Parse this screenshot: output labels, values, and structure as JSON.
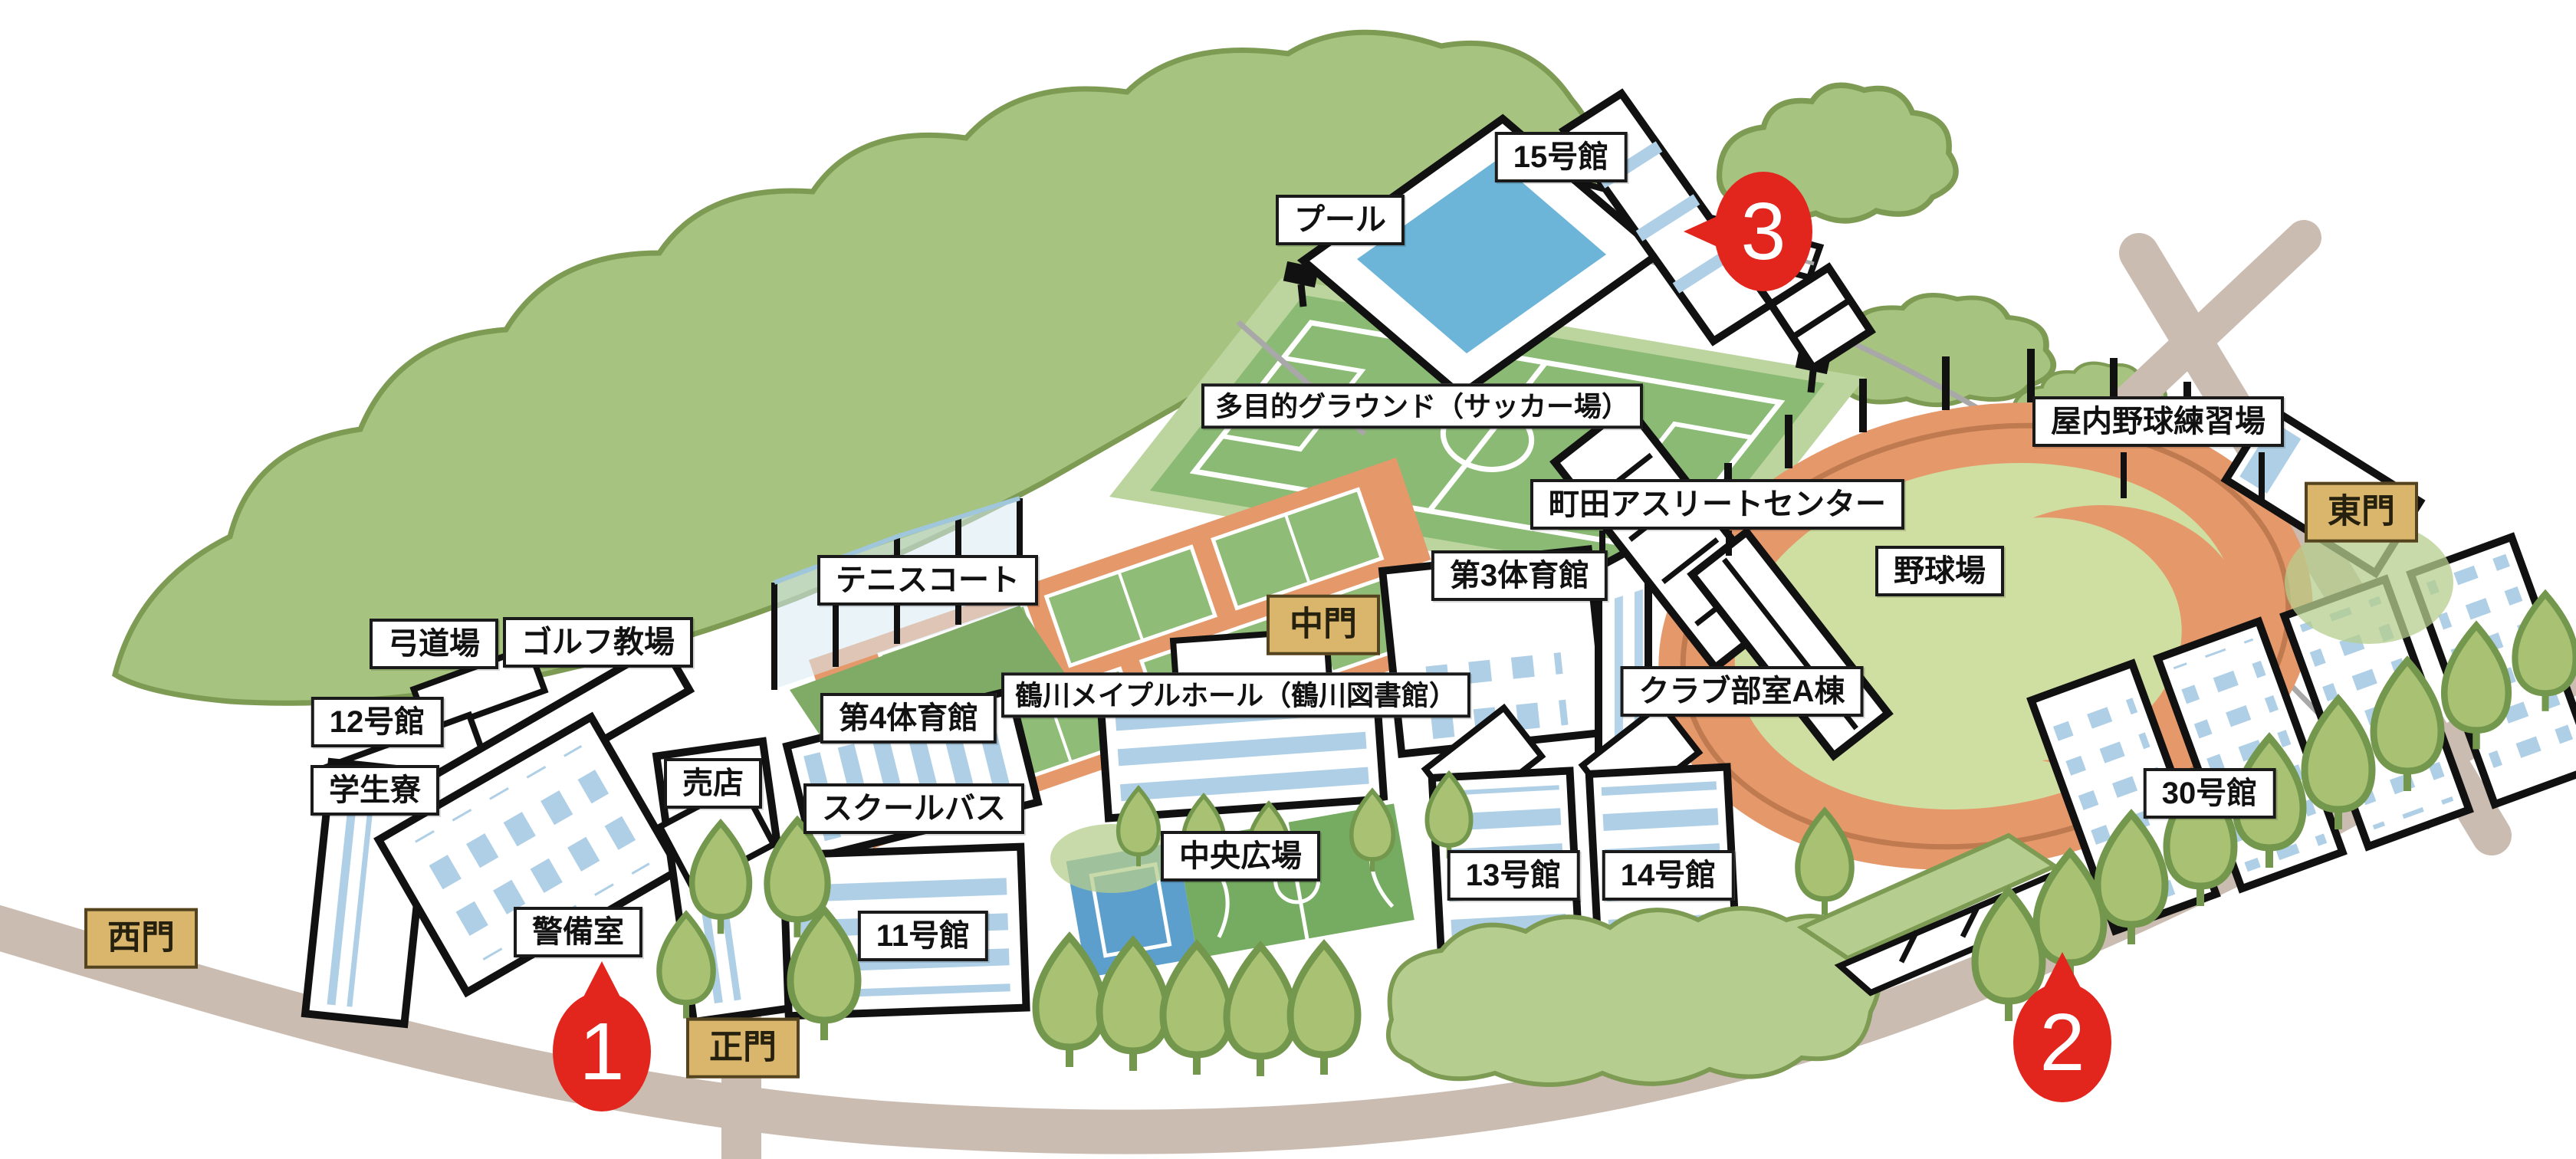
{
  "page": {
    "background": "#ffffff"
  },
  "labels": {
    "bldg15": "15号館",
    "pool": "プール",
    "multi_ground": "多目的グラウンド（サッカー場）",
    "indoor_baseball": "屋内野球練習場",
    "athlete_center": "町田アスリートセンター",
    "baseball_field": "野球場",
    "tennis_court": "テニスコート",
    "gym3": "第3体育館",
    "kyudojo": "弓道場",
    "golf": "ゴルフ教場",
    "maple_hall": "鶴川メイプルホール（鶴川図書館）",
    "club_a": "クラブ部室A棟",
    "bldg12": "12号館",
    "gym4": "第4体育館",
    "dorm": "学生寮",
    "shop": "売店",
    "school_bus": "スクールバス",
    "bldg30": "30号館",
    "central_plaza": "中央広場",
    "bldg13": "13号館",
    "bldg14": "14号館",
    "security": "警備室",
    "bldg11": "11号館"
  },
  "gates": {
    "west": "西門",
    "main": "正門",
    "middle": "中門",
    "east": "東門"
  },
  "markers": {
    "m1": "1",
    "m2": "2",
    "m3": "3"
  },
  "colors": {
    "forest_green": "#a6c37f",
    "forest_outline": "#7d9b53",
    "tree_green": "#a9c172",
    "tree_outline": "#73974c",
    "hedge_green": "#b5cd8e",
    "road_tan": "#cbbcb1",
    "gray_line": "#a8a8a8",
    "pool_blue": "#6cb4d8",
    "field_green": "#8aba74",
    "field_band": "#bcd49e",
    "track_orange": "#e5996b",
    "track_line": "#c07a50",
    "infield_green": "#cfdfa2",
    "court_green": "#8fbc77",
    "futsal_blue": "#5d9fcc",
    "futsal_green": "#76ab62",
    "stripe_blue": "#aecfe6",
    "building_outline": "#111111",
    "label_border": "#1a1a1a",
    "gate_bg": "#d9b66c",
    "gate_border": "#54431f",
    "marker_red": "#e2261d"
  }
}
